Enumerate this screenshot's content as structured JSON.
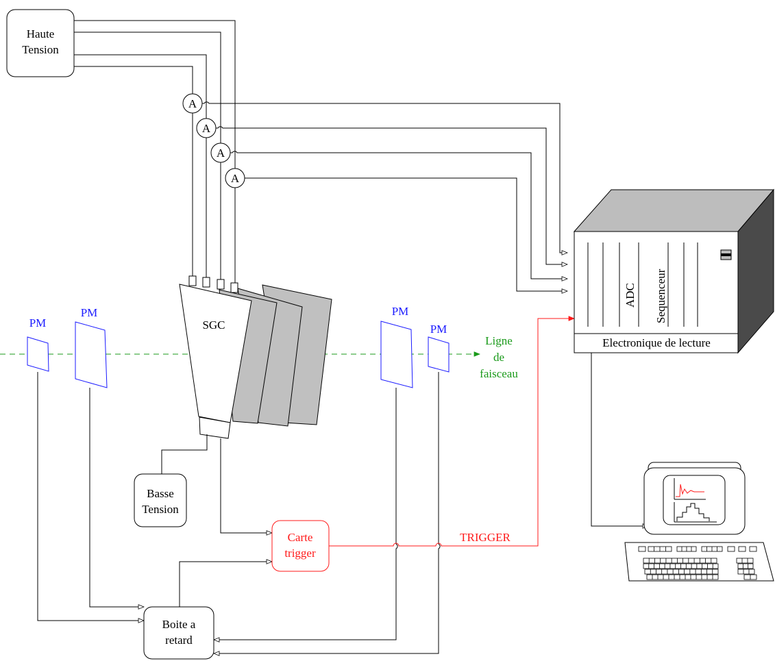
{
  "haute_tension": {
    "line1": "Haute",
    "line2": "Tension"
  },
  "basse_tension": {
    "line1": "Basse",
    "line2": "Tension"
  },
  "boite_retard": {
    "line1": "Boite a",
    "line2": "retard"
  },
  "carte_trigger": {
    "line1": "Carte",
    "line2": "trigger"
  },
  "sgc_label": "SGC",
  "pm_label": "PM",
  "ammeter_label": "A",
  "beam": {
    "line1": "Ligne",
    "line2": "de",
    "line3": "faisceau"
  },
  "trigger_label": "TRIGGER",
  "crate": {
    "adc": "ADC",
    "sequenceur": "Sequenceur",
    "electronique": "Electronique de lecture"
  },
  "colors": {
    "pm": "#1a1aff",
    "trigger": "#ff1a1a",
    "beam": "#1a9a1a",
    "chamber_gray": "#c0c0c0",
    "crate_top": "#bdbdbd",
    "crate_side": "#4a4a4a"
  },
  "icons": {
    "ammeter": "ammeter-icon",
    "computer": "computer-icon",
    "keyboard": "keyboard-icon"
  }
}
